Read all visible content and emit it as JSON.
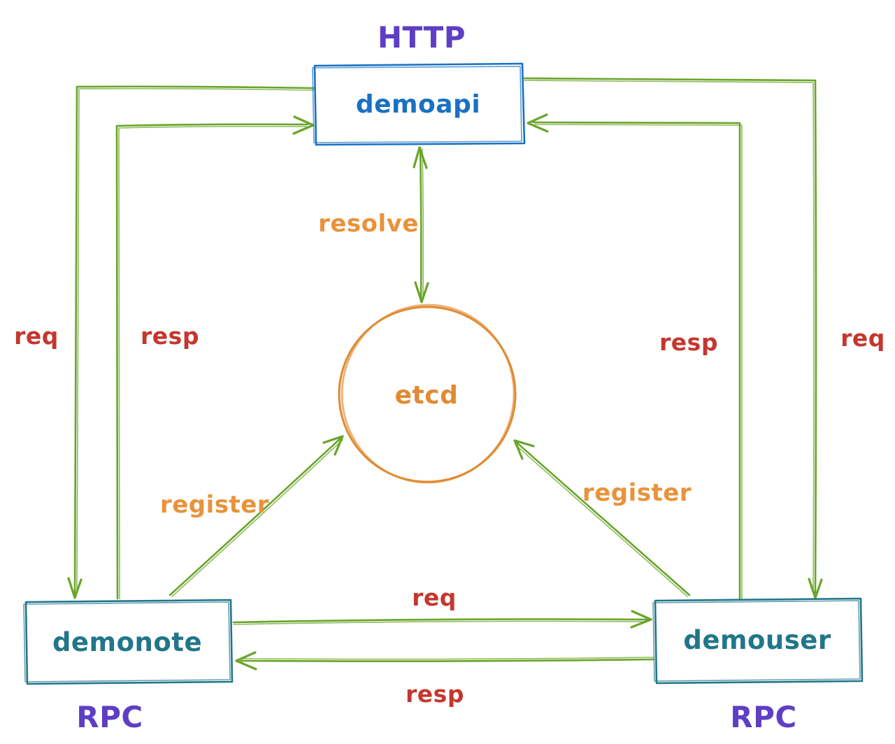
{
  "nodes": {
    "demoapi": {
      "label": "demoapi",
      "protocol": "HTTP"
    },
    "etcd": {
      "label": "etcd"
    },
    "demonote": {
      "label": "demonote",
      "protocol": "RPC"
    },
    "demouser": {
      "label": "demouser",
      "protocol": "RPC"
    }
  },
  "edge_labels": {
    "resolve": "resolve",
    "register_left": "register",
    "register_right": "register",
    "req_left": "req",
    "resp_left": "resp",
    "resp_right": "resp",
    "req_right": "req",
    "req_middle": "req",
    "resp_middle": "resp"
  },
  "colors": {
    "arrow_green": "#69a42a",
    "node_blue": "#1971c2",
    "node_teal": "#21768a",
    "etcd_orange": "#e08b32",
    "label_red": "#c4372e",
    "label_orange": "#e8933b",
    "protocol_purple": "#5e3ec4",
    "background": "#ffffff"
  }
}
